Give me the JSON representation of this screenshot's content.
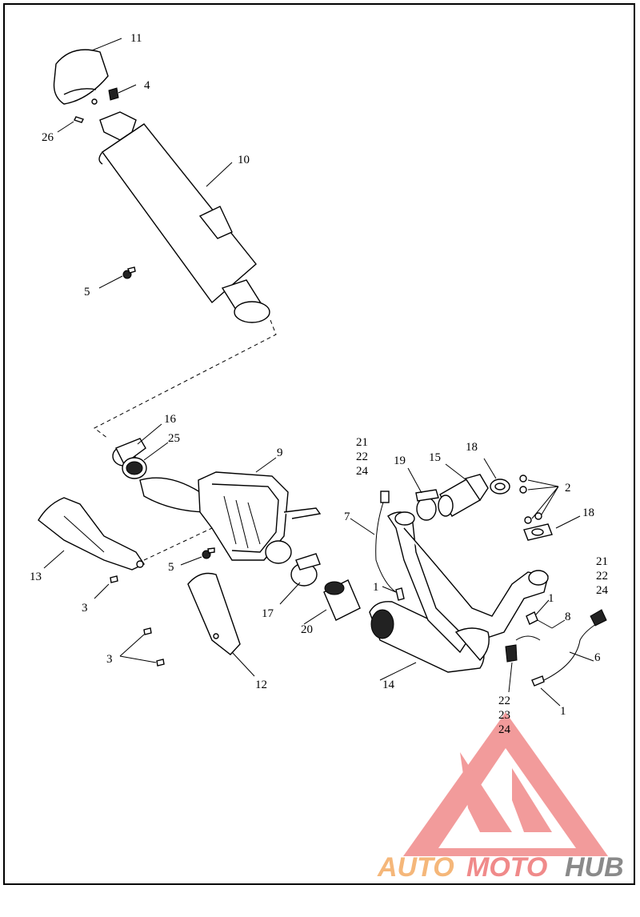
{
  "callouts": {
    "c1a": "1",
    "c1b": "1",
    "c1c": "1",
    "c2": "2",
    "c3a": "3",
    "c3b": "3",
    "c4": "4",
    "c5a": "5",
    "c5b": "5",
    "c6": "6",
    "c7": "7",
    "c8": "8",
    "c9": "9",
    "c10": "10",
    "c11": "11",
    "c12": "12",
    "c13": "13",
    "c14": "14",
    "c15": "15",
    "c16": "16",
    "c17": "17",
    "c18a": "18",
    "c18b": "18",
    "c19": "19",
    "c20": "20",
    "c21a": "21",
    "c22a": "22",
    "c24a": "24",
    "c21b": "21",
    "c22b": "22",
    "c24b": "24",
    "c22c": "22",
    "c23": "23",
    "c24c": "24",
    "c25": "25",
    "c26": "26"
  },
  "watermark": {
    "part1": "AUTO",
    "part2": "MOTO",
    "part3": "HUB",
    "colors": {
      "accent": "#f08a8a",
      "orange": "#f5b77a",
      "gray": "#8a8a8a"
    }
  }
}
